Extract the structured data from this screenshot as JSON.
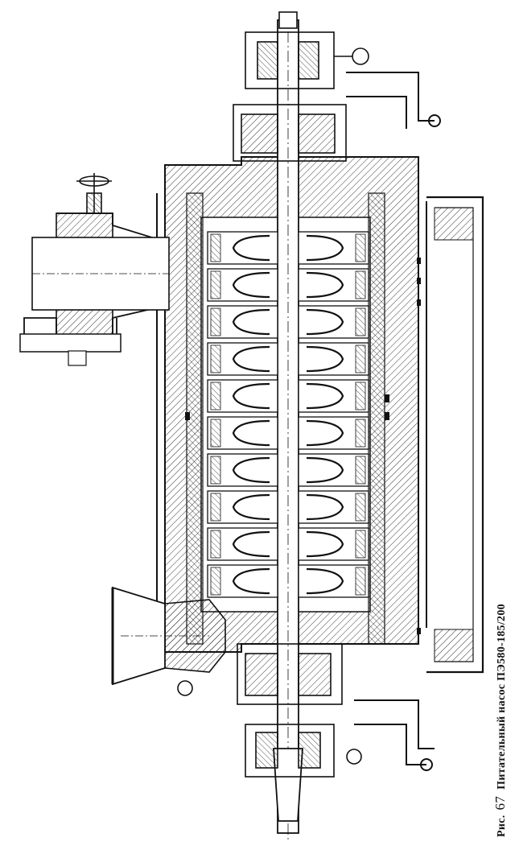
{
  "figure": {
    "label": "Рис.",
    "number": "67",
    "title": "Питательный насос ПЭ580-185/200"
  },
  "diagram": {
    "stage_count": 10
  }
}
